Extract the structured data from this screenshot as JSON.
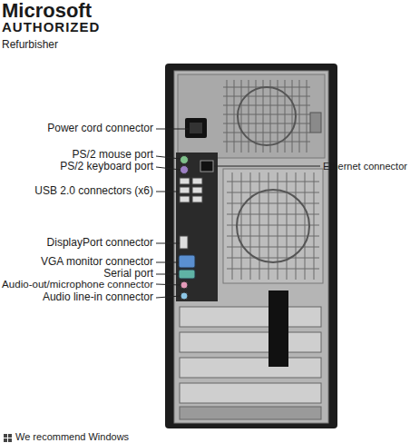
{
  "diagram": {
    "labels": [
      "Microsoft",
      "AUTHORIZED",
      "Refurbisher",
      "Power cord connector",
      "PS/2 mouse port",
      "PS/2 keyboard port",
      "USB 2.0 connectors (x6)",
      "Ethernet connector",
      "DisplayPort connector",
      "VGA monitor connector",
      "Serial port",
      "Audio-out/microphone connector",
      "Audio line-in connector",
      "We recommend Windows"
    ]
  }
}
